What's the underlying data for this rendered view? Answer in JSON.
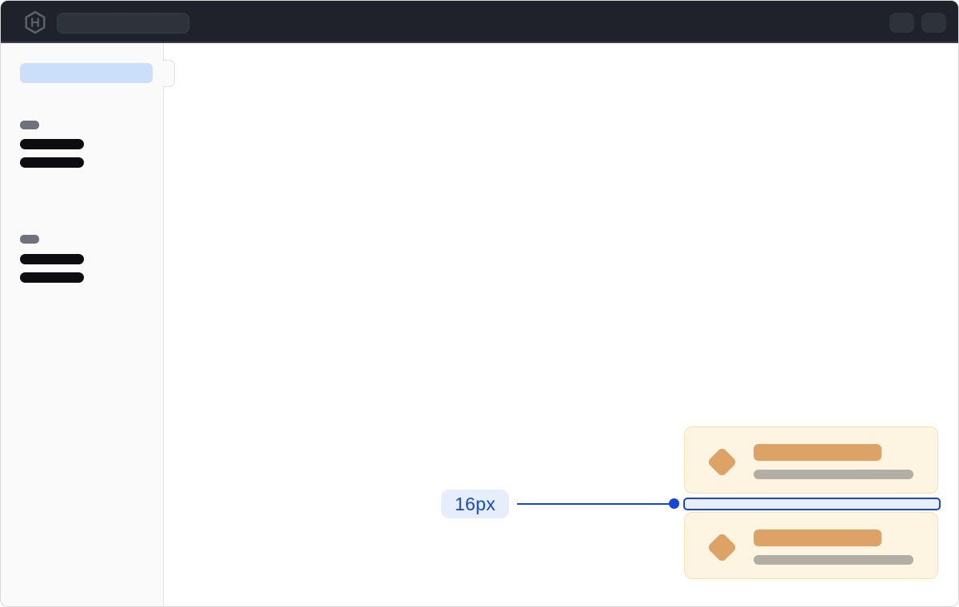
{
  "annotation": {
    "spacing_label": "16px"
  },
  "topbar": {
    "logo_icon": "hashicorp-logo-icon",
    "search_pill": "skeleton-search-placeholder",
    "right_pills": 2
  },
  "sidebar": {
    "active_item": "skeleton-active-nav-item",
    "groups": [
      {
        "header": "skeleton-section-pill",
        "items": 2
      },
      {
        "header": "skeleton-section-pill",
        "items": 2
      }
    ]
  },
  "cards": {
    "count": 2,
    "bullet_icon": "diamond-icon",
    "rows_per_card": [
      "title-bar",
      "subtitle-bar"
    ]
  },
  "colors": {
    "accent_blue": "#1647d3",
    "highlight_fill": "#e8effc",
    "label_bg": "#e7eefb",
    "card_bg": "#fdf5e2",
    "card_border": "#f5e2b3",
    "orange": "#dca266",
    "gray_bar": "#b2aea6",
    "topbar_bg": "#1f222a",
    "topbar_pill": "#2e323b",
    "sidebar_bg": "#fafafa",
    "sidebar_border": "#e3e3e7",
    "sidebar_active": "#cbdffb",
    "section_pill": "#6e727b",
    "black_bar": "#0c0d10",
    "logo_gray": "#5c616b",
    "frame_border": "#d7d8dc"
  }
}
